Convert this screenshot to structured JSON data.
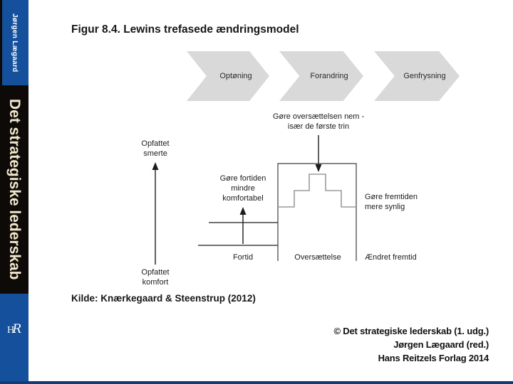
{
  "colors": {
    "sidebar-blue": "#15509d",
    "sidebar-black": "#0d0a08",
    "cream": "#f2e7cc",
    "navy-strip": "#123c77",
    "chevron-gray": "#d9d9d9",
    "stair-gray": "#9b9b9b",
    "ink": "#1f1f1f"
  },
  "sidebar": {
    "author": "Jørgen Lægaard",
    "book_title": "Det strategiske lederskab",
    "logo_h": "H",
    "logo_r": "R"
  },
  "figure": {
    "title": "Figur 8.4. Lewins trefasede ændringsmodel",
    "source": "Kilde: Knærkegaard & Steenstrup (2012)"
  },
  "phases": [
    {
      "label": "Optøning"
    },
    {
      "label": "Forandring"
    },
    {
      "label": "Genfrysning"
    }
  ],
  "diagram": {
    "axis_top": "Opfattet\nsmerte",
    "axis_bottom": "Opfattet\nkomfort",
    "annotation_top": "Gøre oversættelsen nem -\nisær de første trin",
    "annotation_left": "Gøre fortiden\nmindre\nkomfortabel",
    "annotation_right": "Gøre fremtiden\nmere synlig",
    "zone_past": "Fortid",
    "zone_mid": "Oversættelse",
    "zone_future": "Ændret fremtid"
  },
  "footer": {
    "lines": [
      "© Det strategiske lederskab (1. udg.)",
      "Jørgen Lægaard (red.)",
      "Hans Reitzels Forlag 2014"
    ]
  }
}
